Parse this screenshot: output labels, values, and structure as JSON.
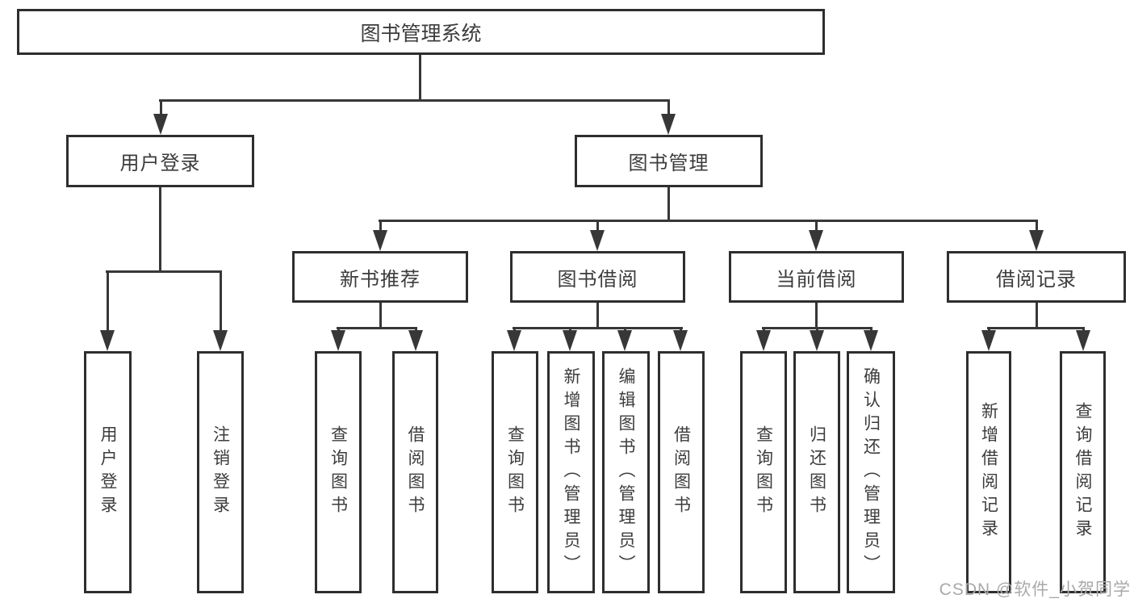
{
  "nodes": {
    "root": "图书管理系统",
    "user_login": "用户登录",
    "book_mgmt": "图书管理",
    "new_book_rec": "新书推荐",
    "book_borrow": "图书借阅",
    "current_borrow": "当前借阅",
    "borrow_records": "借阅记录",
    "ul_login": "用户登录",
    "ul_logout": "注销登录",
    "nb_query": "查询图书",
    "nb_borrow": "借阅图书",
    "bb_query": "查询图书",
    "bb_add": "新增图书（管理员）",
    "bb_edit": "编辑图书（管理员）",
    "bb_borrow": "借阅图书",
    "cb_query": "查询图书",
    "cb_return": "归还图书",
    "cb_confirm": "确认归还（管理员）",
    "br_add": "新增借阅记录",
    "br_query": "查询借阅记录"
  },
  "watermark": "CSDN @软件_小贺同学",
  "colors": {
    "line": "#373737",
    "border": "#2e2e2e",
    "text": "#3c3c3c",
    "watermark": "#a9a9a9",
    "background": "#ffffff"
  }
}
